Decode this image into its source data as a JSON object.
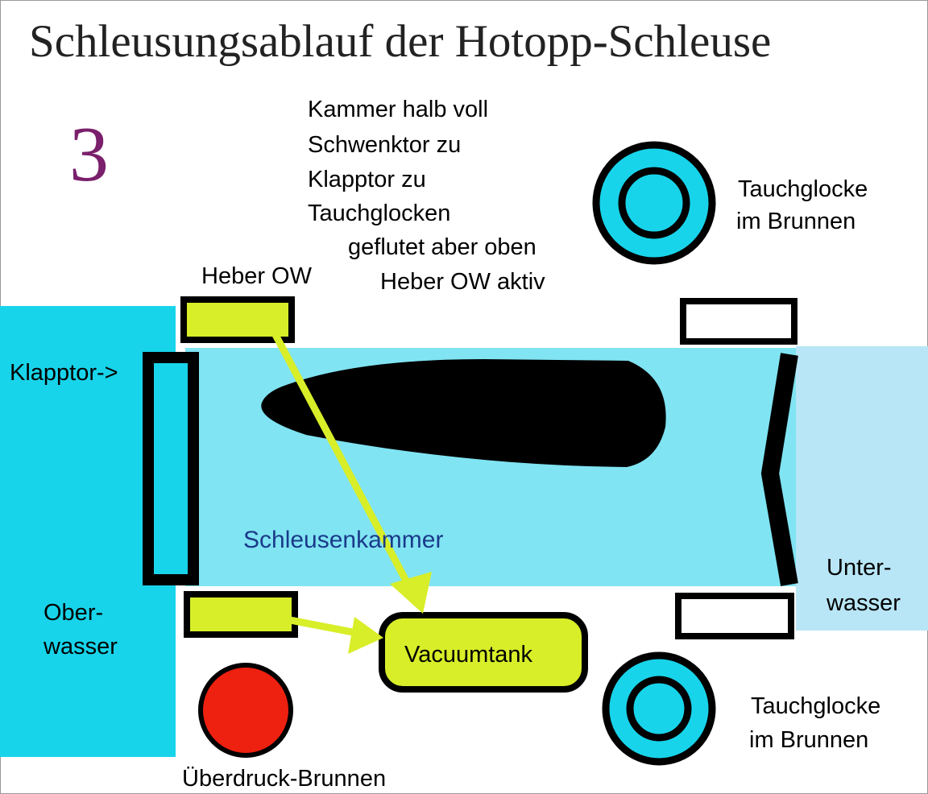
{
  "title": "Schleusungsablauf der Hotopp-Schleuse",
  "step_number": "3",
  "status_lines": [
    "Kammer halb voll",
    "Schwenktor zu",
    "Klapptor zu",
    "Tauchglocken"
  ],
  "status_note": [
    "geflutet aber oben",
    "Heber OW aktiv"
  ],
  "labels": {
    "heber_ow": "Heber OW",
    "klapptor": "Klapptor->",
    "schleusenkammer": "Schleusenkammer",
    "oberwasser": [
      "Ober-",
      "wasser"
    ],
    "unterwasser": [
      "Unter-",
      "wasser"
    ],
    "vacuumtank": "Vacuumtank",
    "ueberdruck_brunnen": "Überdruck-Brunnen",
    "tauchglocke_top": [
      "Tauchglocke",
      "im Brunnen"
    ],
    "tauchglocke_bottom": [
      "Tauchglocke",
      "im Brunnen"
    ]
  },
  "colors": {
    "oberwasser": "#18d4ea",
    "chamber_water": "#80e4f2",
    "unterwasser": "#b8e6f6",
    "heber_active": "#d8ee28",
    "arrow": "#d8ee28",
    "ueberdruck": "#ee2010",
    "title": "#222222",
    "step_number": "#7a1f6b",
    "outline": "#000000",
    "frame": "#9a9a9a"
  }
}
